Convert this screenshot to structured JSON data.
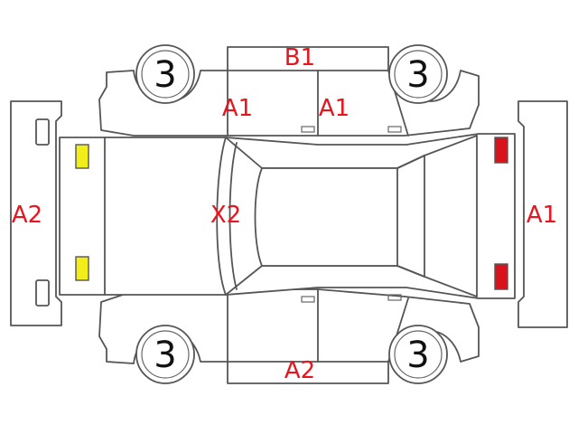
{
  "labels": {
    "roof_edge": "B1",
    "left_door_front": "A1",
    "left_door_rear": "A1",
    "roof": "X2",
    "front_bumper": "A2",
    "rear_bumper": "A1",
    "bottom_side": "A2"
  },
  "wheels": {
    "top_left": "3",
    "top_right": "3",
    "bottom_left": "3",
    "bottom_right": "3"
  },
  "colors": {
    "label": "#e8141e",
    "front_lamp": "#f2ee1a",
    "rear_lamp": "#d8131b",
    "outline": "#555555"
  }
}
